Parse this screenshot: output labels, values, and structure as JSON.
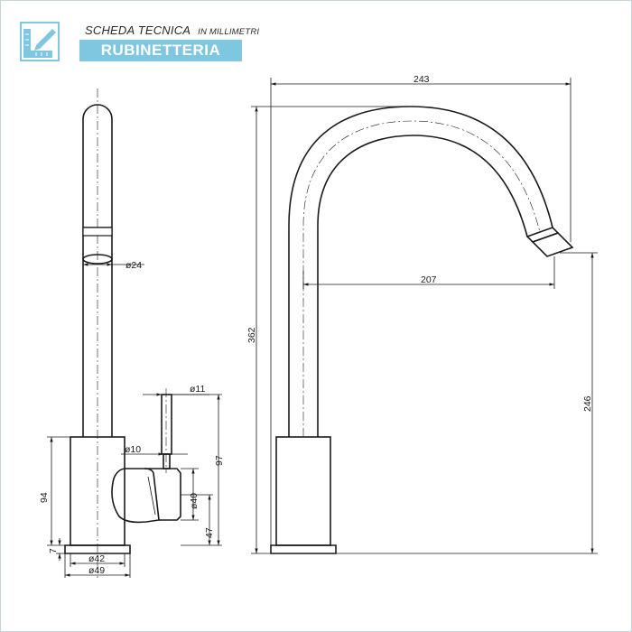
{
  "header": {
    "title": "SCHEDA TECNICA",
    "subtitle": "IN MILLIMETRI",
    "category": "RUBINETTERIA",
    "accent_color": "#7fc6e0",
    "logo_icon": "ruler-pencil-icon"
  },
  "side_view": {
    "dimensions": {
      "spout_diameter": "ø24",
      "lever_diameter": "ø11",
      "lever_stem_diameter": "ø10",
      "body_diameter": "ø40",
      "lever_height": "97",
      "body_height": "94",
      "lever_axis_height": "47",
      "base_thickness": "7",
      "base_inner_diameter": "ø42",
      "base_outer_diameter": "ø49"
    }
  },
  "front_view": {
    "dimensions": {
      "total_width": "243",
      "spout_reach": "207",
      "total_height": "362",
      "outlet_height": "246"
    }
  }
}
